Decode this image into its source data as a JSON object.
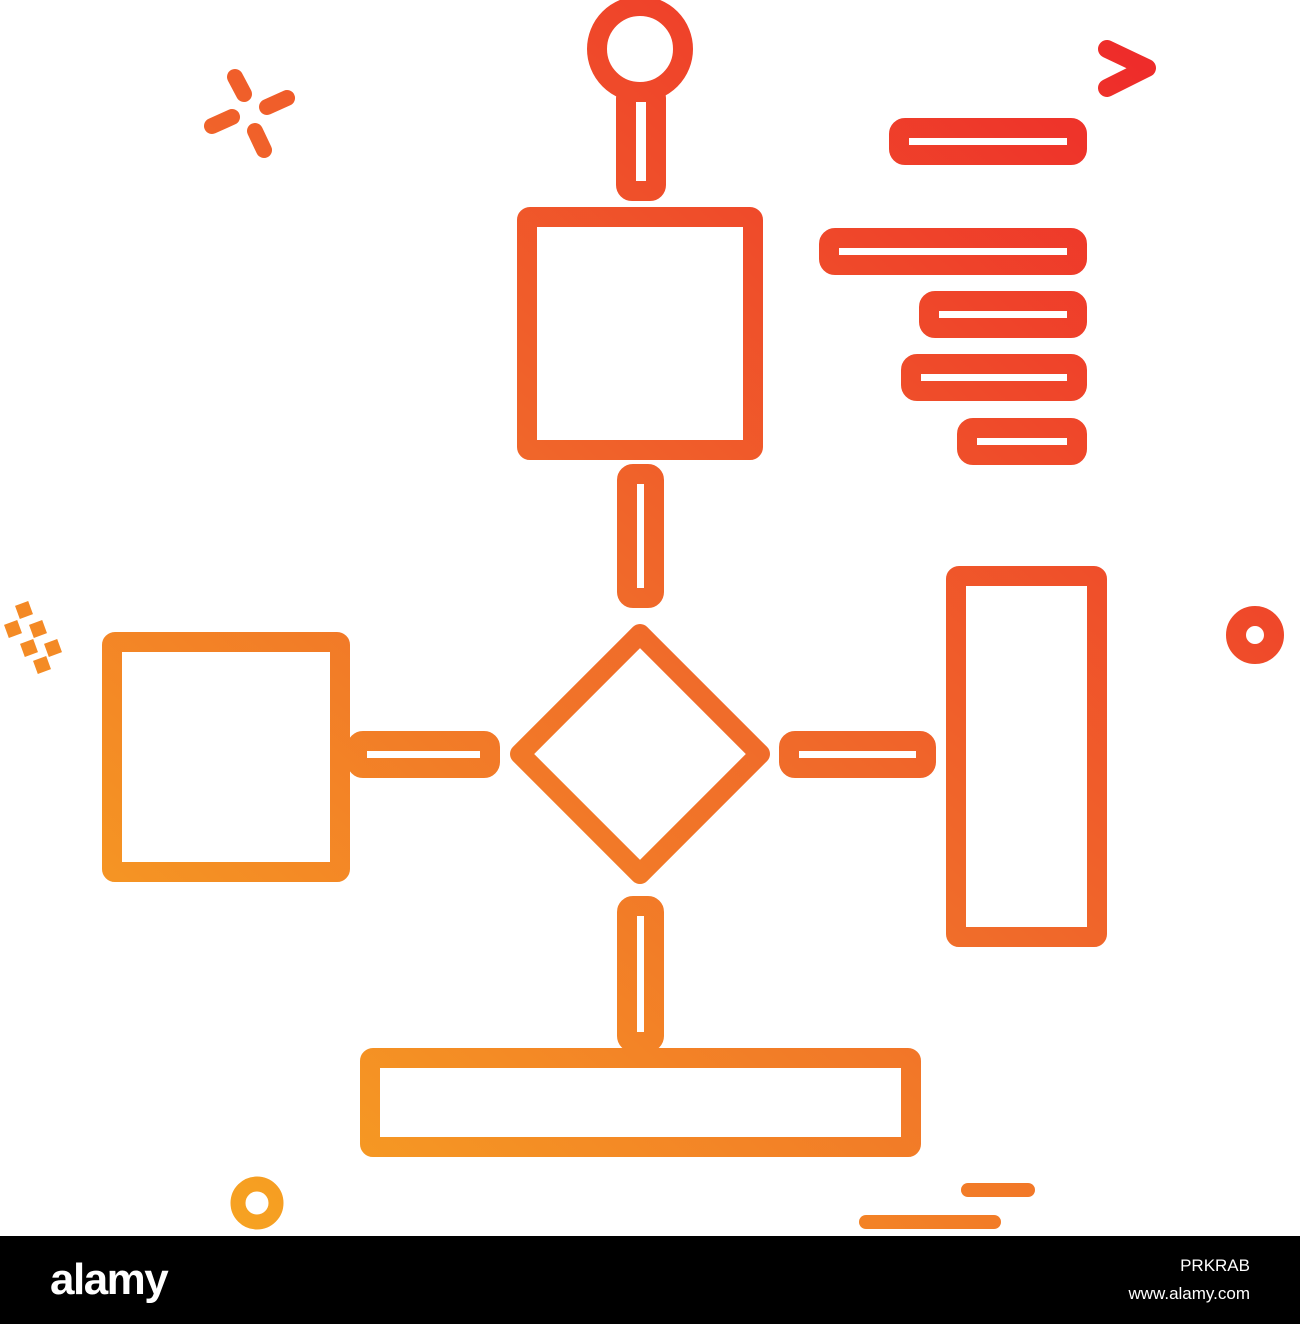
{
  "illustration": {
    "subject": "flowchart",
    "gradient": {
      "top_color": "#ee2a2a",
      "middle_color": "#f06a2a",
      "bottom_color": "#f7a521"
    },
    "icons": [
      "connector-icon",
      "rectangle-icon",
      "diamond-icon",
      "square-icon",
      "lines-icon",
      "sparkle-icon",
      "dot-icon",
      "chevron-right-icon"
    ]
  },
  "footer": {
    "logo_text": "alamy",
    "image_id": "PRKRAB",
    "url": "www.alamy.com"
  }
}
